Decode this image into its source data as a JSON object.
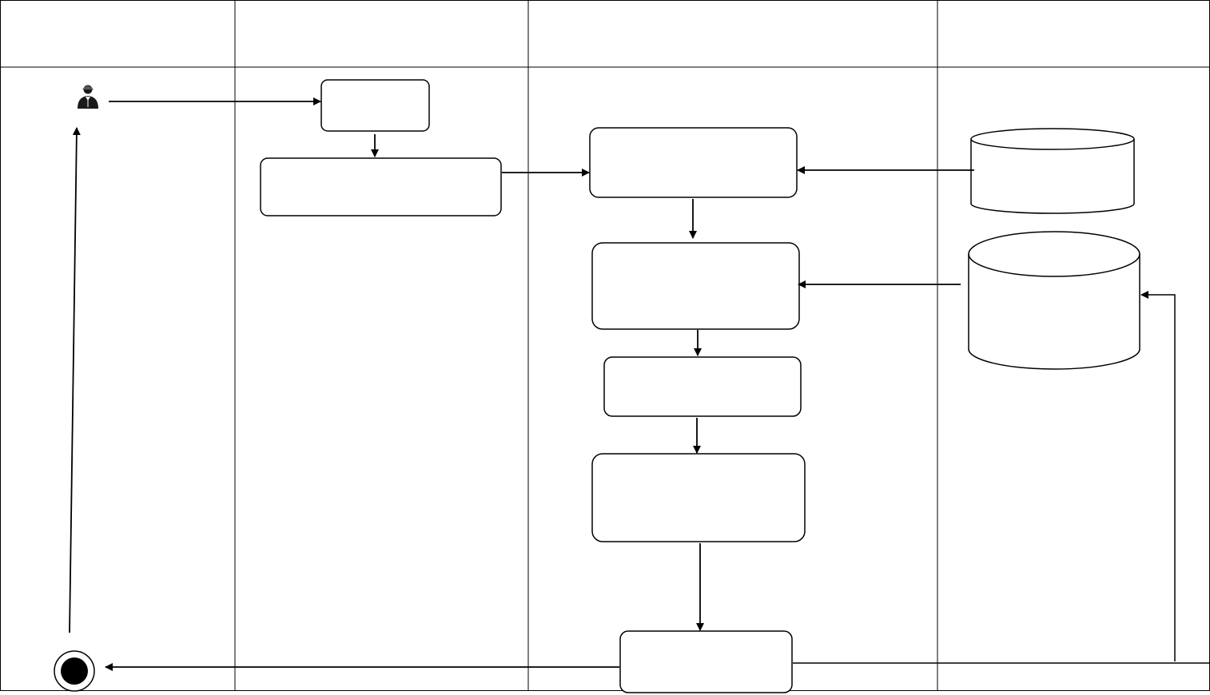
{
  "diagram": {
    "lanes": [
      {
        "id": "lane-1",
        "label": ""
      },
      {
        "id": "lane-2",
        "label": ""
      },
      {
        "id": "lane-3",
        "label": ""
      },
      {
        "id": "lane-4",
        "label": ""
      }
    ],
    "nodes": {
      "actor": {
        "kind": "actor-icon",
        "label": ""
      },
      "step_a": {
        "kind": "process",
        "label": ""
      },
      "step_b": {
        "kind": "process",
        "label": ""
      },
      "step_c": {
        "kind": "process",
        "label": ""
      },
      "step_d": {
        "kind": "process",
        "label": ""
      },
      "step_e": {
        "kind": "process",
        "label": ""
      },
      "step_f": {
        "kind": "process",
        "label": ""
      },
      "step_g": {
        "kind": "process",
        "label": ""
      },
      "store_1": {
        "kind": "database",
        "label": ""
      },
      "store_2": {
        "kind": "database",
        "label": ""
      },
      "end": {
        "kind": "final-node",
        "label": ""
      }
    },
    "edges": [
      {
        "from": "actor",
        "to": "step_a"
      },
      {
        "from": "step_a",
        "to": "step_b"
      },
      {
        "from": "step_b",
        "to": "step_c"
      },
      {
        "from": "store_1",
        "to": "step_c"
      },
      {
        "from": "step_c",
        "to": "step_d"
      },
      {
        "from": "store_2",
        "to": "step_d"
      },
      {
        "from": "step_d",
        "to": "step_e"
      },
      {
        "from": "step_e",
        "to": "step_f"
      },
      {
        "from": "step_f",
        "to": "step_g"
      },
      {
        "from": "step_g",
        "to": "end"
      },
      {
        "from": "step_g",
        "to": "store_2"
      },
      {
        "from": "end",
        "to": "actor"
      }
    ],
    "colors": {
      "stroke": "#000000",
      "fill": "#ffffff",
      "end_dot": "#000000"
    }
  }
}
